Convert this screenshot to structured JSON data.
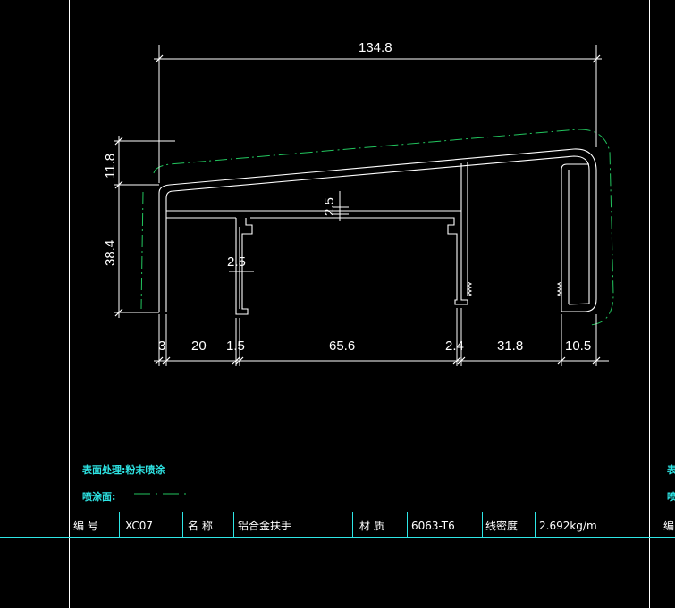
{
  "dimensions": {
    "total_width": "134.8",
    "slope_height": "11.8",
    "body_height": "38.4",
    "inner_top": "2.5",
    "inner_wall": "2.5",
    "seg": [
      "3",
      "20",
      "1.5",
      "65.6",
      "2.4",
      "31.8",
      "10.5"
    ]
  },
  "notes": {
    "surface": "表面处理:粉末喷涂",
    "spray": "喷涂面:"
  },
  "title_block": {
    "code_label": "编 号",
    "code_value": "XC07",
    "name_label": "名 称",
    "name_value": "铝合金扶手",
    "material_label": "材 质",
    "material_value": "6063-T6",
    "density_label": "线密度",
    "density_value": "2.692kg/m",
    "edge_right_1": "表",
    "edge_right_2": "喷",
    "edge_right_3": "编"
  },
  "colors": {
    "profile": "#ffffff",
    "spray_line": "#22c55e",
    "frame": "#ffffff",
    "table": "#2ee6e6",
    "note": "#2ee6e6"
  }
}
